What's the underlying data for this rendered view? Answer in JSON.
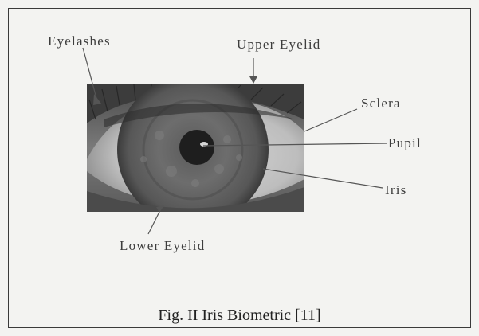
{
  "labels": {
    "eyelashes": "Eyelashes",
    "upper_eyelid": "Upper Eyelid",
    "sclera": "Sclera",
    "pupil": "Pupil",
    "iris": "Iris",
    "lower_eyelid": "Lower Eyelid"
  },
  "caption": "Fig. II Iris Biometric [11]"
}
